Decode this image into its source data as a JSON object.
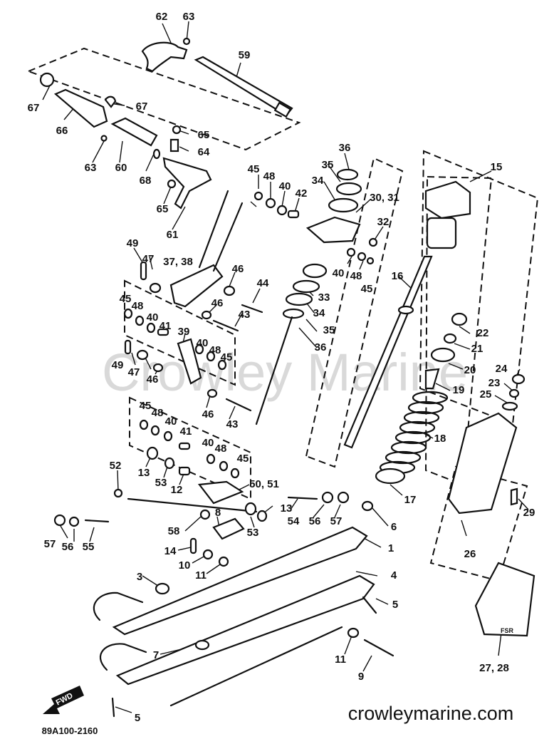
{
  "watermark": "Crowley Marine",
  "site": "crowleymarine.com",
  "drawing_code": "89A100-2160",
  "fwd_label": "FWD",
  "sleeve_marking": "FSR",
  "labels": {
    "l1": "1",
    "l3": "3",
    "l4": "4",
    "l5a": "5",
    "l5b": "5",
    "l6": "6",
    "l7": "7",
    "l8": "8",
    "l9": "9",
    "l10": "10",
    "l11a": "11",
    "l11b": "11",
    "l12": "12",
    "l13a": "13",
    "l13b": "13",
    "l14": "14",
    "l15": "15",
    "l16": "16",
    "l17": "17",
    "l18": "18",
    "l19": "19",
    "l20": "20",
    "l21": "21",
    "l22": "22",
    "l23": "23",
    "l24": "24",
    "l25": "25",
    "l26": "26",
    "l2728": "27, 28",
    "l29": "29",
    "l3031": "30, 31",
    "l32": "32",
    "l33": "33",
    "l34a": "34",
    "l34b": "34",
    "l35a": "35",
    "l35b": "35",
    "l36a": "36",
    "l36b": "36",
    "l3738": "37, 38",
    "l39": "39",
    "l40a": "40",
    "l40b": "40",
    "l40c": "40",
    "l40d": "40",
    "l40e": "40",
    "l40f": "40",
    "l41a": "41",
    "l41b": "41",
    "l42": "42",
    "l43a": "43",
    "l43b": "43",
    "l44": "44",
    "l45a": "45",
    "l45b": "45",
    "l45c": "45",
    "l45d": "45",
    "l45e": "45",
    "l45f": "45",
    "l46a": "46",
    "l46b": "46",
    "l46c": "46",
    "l46d": "46",
    "l47a": "47",
    "l47b": "47",
    "l48a": "48",
    "l48b": "48",
    "l48c": "48",
    "l48d": "48",
    "l48e": "48",
    "l48f": "48",
    "l49a": "49",
    "l49b": "49",
    "l5051": "50, 51",
    "l52": "52",
    "l53a": "53",
    "l53b": "53",
    "l54": "54",
    "l55": "55",
    "l56a": "56",
    "l56b": "56",
    "l57a": "57",
    "l57b": "57",
    "l58": "58",
    "l59": "59",
    "l60": "60",
    "l61": "61",
    "l62": "62",
    "l63a": "63",
    "l63b": "63",
    "l64": "64",
    "l65a": "65",
    "l65b": "65",
    "l66": "66",
    "l67a": "67",
    "l67b": "67",
    "l68": "68"
  }
}
